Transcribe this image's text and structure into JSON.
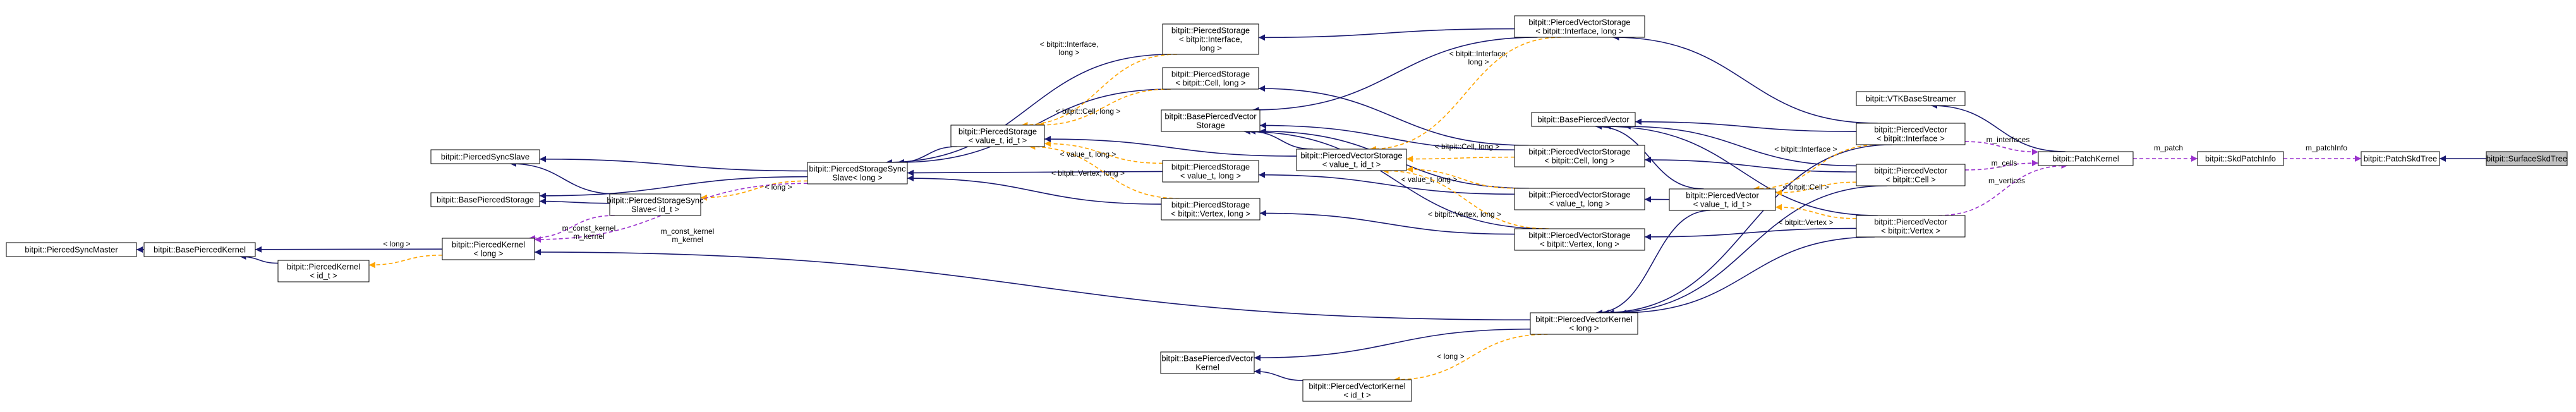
{
  "colors": {
    "inherit": "#191970",
    "template": "#ffa500",
    "member": "#9a32cd",
    "node_fill": "#ffffff",
    "selected_fill": "#bfbfbf"
  },
  "nodes": {
    "sync_master": [
      "bitpit::PiercedSyncMaster"
    ],
    "base_kernel": [
      "bitpit::BasePiercedKernel"
    ],
    "kernel_idt": [
      "bitpit::PiercedKernel",
      "< id_t >"
    ],
    "sync_slave": [
      "bitpit::PiercedSyncSlave"
    ],
    "base_storage": [
      "bitpit::BasePiercedStorage"
    ],
    "kernel_long": [
      "bitpit::PiercedKernel",
      "< long >"
    ],
    "sync_slave_idt": [
      "bitpit::PiercedStorageSync",
      "Slave< id_t >"
    ],
    "sync_slave_long": [
      "bitpit::PiercedStorageSync",
      "Slave< long >"
    ],
    "storage_vt_idt": [
      "bitpit::PiercedStorage",
      "< value_t, id_t >"
    ],
    "storage_iface_long": [
      "bitpit::PiercedStorage",
      "< bitpit::Interface,",
      "long >"
    ],
    "storage_cell_long": [
      "bitpit::PiercedStorage",
      "< bitpit::Cell, long >"
    ],
    "base_vector_storage": [
      "bitpit::BasePiercedVector",
      "Storage"
    ],
    "storage_vt_long": [
      "bitpit::PiercedStorage",
      "< value_t, long >"
    ],
    "storage_vertex_long": [
      "bitpit::PiercedStorage",
      "< bitpit::Vertex, long >"
    ],
    "base_vector_kernel": [
      "bitpit::BasePiercedVector",
      "Kernel"
    ],
    "vector_kernel_idt": [
      "bitpit::PiercedVectorKernel",
      "< id_t >"
    ],
    "vs_vt_idt": [
      "bitpit::PiercedVectorStorage",
      "< value_t, id_t >"
    ],
    "vs_iface_long": [
      "bitpit::PiercedVectorStorage",
      "< bitpit::Interface, long >"
    ],
    "base_vector": [
      "bitpit::BasePiercedVector"
    ],
    "vs_cell_long": [
      "bitpit::PiercedVectorStorage",
      "< bitpit::Cell, long >"
    ],
    "vs_vt_long": [
      "bitpit::PiercedVectorStorage",
      "< value_t, long >"
    ],
    "vs_vertex_long": [
      "bitpit::PiercedVectorStorage",
      "< bitpit::Vertex, long >"
    ],
    "vector_kernel_long": [
      "bitpit::PiercedVectorKernel",
      "< long >"
    ],
    "vector_vt_idt": [
      "bitpit::PiercedVector",
      "< value_t, id_t >"
    ],
    "vtk_streamer": [
      "bitpit::VTKBaseStreamer"
    ],
    "vector_iface": [
      "bitpit::PiercedVector",
      "< bitpit::Interface >"
    ],
    "vector_cell": [
      "bitpit::PiercedVector",
      "< bitpit::Cell >"
    ],
    "vector_vertex": [
      "bitpit::PiercedVector",
      "< bitpit::Vertex >"
    ],
    "patch_kernel": [
      "bitpit::PatchKernel"
    ],
    "skd_patch_info": [
      "bitpit::SkdPatchInfo"
    ],
    "patch_skd_tree": [
      "bitpit::PatchSkdTree"
    ],
    "surface_skd_tree": [
      "bitpit::SurfaceSkdTree"
    ]
  },
  "edge_labels": {
    "long_a": "< long >",
    "long_b": "< long >",
    "long_c": "< long >",
    "iface_long": [
      "< bitpit::Interface,",
      "long >"
    ],
    "cell_long": "< bitpit::Cell, long >",
    "vt_long_a": "< value_t, long >",
    "vertex_long_a": "< bitpit::Vertex, long >",
    "iface_long_b": [
      "< bitpit::Interface,",
      "long >"
    ],
    "cell_long_b": "< bitpit::Cell, long >",
    "vt_long_b": "< value_t, long >",
    "vertex_long_b": "< bitpit::Vertex, long >",
    "v_iface": "< bitpit::Interface >",
    "v_cell": "< bitpit::Cell >",
    "v_vertex": "< bitpit::Vertex >",
    "const_kernel_1": [
      "m_const_kernel",
      "m_kernel"
    ],
    "const_kernel_2": [
      "m_const_kernel",
      "m_kernel"
    ],
    "m_interfaces": "m_interfaces",
    "m_cells": "m_cells",
    "m_vertices": "m_vertices",
    "m_patch": "m_patch",
    "m_patchInfo": "m_patchInfo"
  }
}
